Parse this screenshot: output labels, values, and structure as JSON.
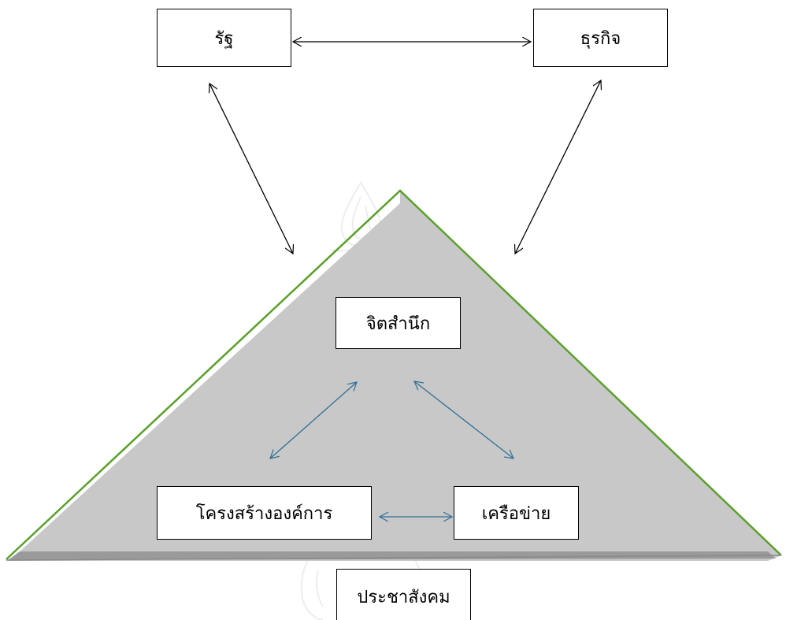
{
  "nodes": {
    "state": "รัฐ",
    "business": "ธุรกิจ",
    "consciousness": "จิตสำนึก",
    "organizational_structure": "โครงสร้างองค์การ",
    "network": "เครือข่าย",
    "civil_society": "ประชาสังคม"
  },
  "colors": {
    "triangle_outline": "#5aa02c",
    "triangle_shadow": "#c8c8c8",
    "outer_arrows": "#000000",
    "inner_arrows": "#2e6f96"
  },
  "icons": {
    "background": "university-seal-watermark"
  }
}
